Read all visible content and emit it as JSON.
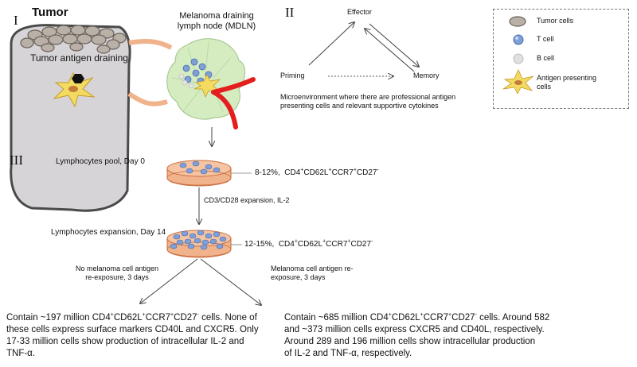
{
  "panel_labels": {
    "p1": "I",
    "p2": "II",
    "p3": "III"
  },
  "panel1": {
    "tumor_title": "Tumor",
    "tumor_draining": "Tumor antigen draining",
    "mdln_line1": "Melanoma draining",
    "mdln_line2": "lymph node (MDLN)"
  },
  "panel2": {
    "effector": "Effector",
    "priming": "Priming",
    "memory": "Memory",
    "note_line1": "Microenvironment where there are professional antigen",
    "note_line2": "presenting cells and relevant supportive cytokines"
  },
  "legend": {
    "items": [
      {
        "label": "Tumor cells",
        "icon": "tumor-cell"
      },
      {
        "label": "T cell",
        "icon": "t-cell"
      },
      {
        "label": "B cell",
        "icon": "b-cell"
      },
      {
        "label_line1": "Antigen presenting",
        "label_line2": "cells",
        "icon": "antigen-presenting-cell"
      }
    ]
  },
  "panel3": {
    "pool_label": "Lymphocytes pool, Day 0",
    "pool_pct": "8-12%,",
    "expansion_step": "CD3/CD28 expansion, IL-2",
    "expansion_label": "Lymphocytes expansion, Day 14",
    "expansion_pct": "12-15%,",
    "phenotype": {
      "a": "CD4",
      "b": "CD62L",
      "c": "CCR7",
      "d": "CD27",
      "pos": "+",
      "neg": "-"
    },
    "left_branch_line1": "No melanoma cell antigen",
    "left_branch_line2": "re-exposure, 3 days",
    "right_branch_line1": "Melanoma cell antigen re-",
    "right_branch_line2": "exposure, 3 days",
    "left_result": {
      "l1_pre": "Contain ~197 million ",
      "l1_post": " cells. None of",
      "l2": "these cells express surface markers CD40L and CXCR5.  Only",
      "l3": "17-33 million cells show production of intracellular IL-2 and",
      "l4": "TNF-α."
    },
    "right_result": {
      "l1_pre": "Contain ~685 million ",
      "l1_post": " cells.  Around 582",
      "l2": "and ~373 million cells express CXCR5 and CD40L, respectively.",
      "l3": "Around 289 and 196 million cells show intracellular production",
      "l4": "of IL-2 and TNF-α, respectively."
    }
  },
  "colors": {
    "tumor_fill": "#d6d4d6",
    "lymph_node": "#d5ecc1",
    "t_cell": "#7f9fd6",
    "b_cell": "#d9d9d9",
    "apc": "#f3db62",
    "dish_fill": "#f0b38c",
    "dish_rim": "#c96c3d",
    "vessel_red": "#e41e1e",
    "connector": "#f0b38c"
  }
}
